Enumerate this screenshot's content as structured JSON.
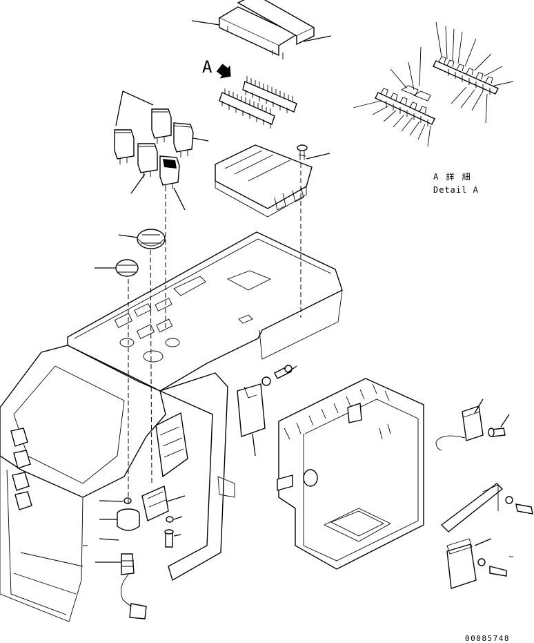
{
  "view_marker": {
    "letter": "A"
  },
  "detail_caption": {
    "japanese": "A 詳 細",
    "english": "Detail A"
  },
  "drawing_number": "00085748"
}
